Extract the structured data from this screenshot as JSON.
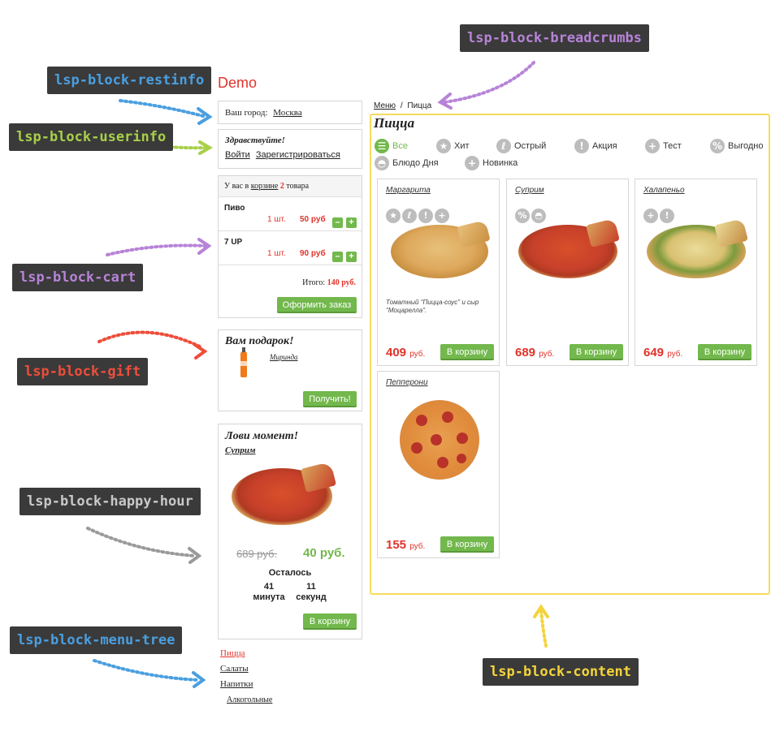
{
  "annotations": {
    "restinfo": "lsp-block-restinfo",
    "userinfo": "lsp-block-userinfo",
    "cart": "lsp-block-cart",
    "gift": "lsp-block-gift",
    "happy_hour": "lsp-block-happy-hour",
    "menu_tree": "lsp-block-menu-tree",
    "breadcrumbs": "lsp-block-breadcrumbs",
    "content": "lsp-block-content"
  },
  "site_title": "Demo",
  "restinfo": {
    "city_label": "Ваш город:",
    "city": "Москва"
  },
  "userinfo": {
    "greeting": "Здравствуйте!",
    "login": "Войти",
    "register": "Зарегистрироваться"
  },
  "cart": {
    "summary_prefix": "У вас в",
    "summary_link": "корзине",
    "count": "2",
    "summary_suffix": "товара",
    "items": [
      {
        "name": "Пиво",
        "qty": "1 шт.",
        "price": "50 руб"
      },
      {
        "name": "7 UP",
        "qty": "1 шт.",
        "price": "90 руб"
      }
    ],
    "minus": "–",
    "plus": "+",
    "total_label": "Итого:",
    "total": "140 руб.",
    "checkout": "Оформить заказ"
  },
  "gift": {
    "title": "Вам подарок!",
    "item": "Миринда",
    "button": "Получить!"
  },
  "happy_hour": {
    "title": "Лови момент!",
    "item": "Суприм",
    "old_price": "689 руб.",
    "new_price": "40 руб.",
    "remaining": "Осталось",
    "minutes_value": "41",
    "minutes_label": "минута",
    "seconds_value": "11",
    "seconds_label": "секунд",
    "button": "В корзину"
  },
  "menu_tree": {
    "items": [
      "Пицца",
      "Салаты",
      "Напитки"
    ],
    "sub_item": "Алкогольные"
  },
  "breadcrumbs": {
    "parent": "Меню",
    "separator": "/",
    "current": "Пицца"
  },
  "content": {
    "heading": "Пицца",
    "filters": [
      "Все",
      "Хит",
      "Острый",
      "Акция",
      "Тест",
      "Выгодно",
      "Блюдо Дня",
      "Новинка"
    ],
    "products": [
      {
        "name": "Маргарита",
        "price": "409",
        "currency": "руб.",
        "description": "Томатный \"Пицца-соус\" и сыр \"Моцарелла\".",
        "button": "В корзину"
      },
      {
        "name": "Суприм",
        "price": "689",
        "currency": "руб.",
        "description": "",
        "button": "В корзину"
      },
      {
        "name": "Халапеньо",
        "price": "649",
        "currency": "руб.",
        "description": "",
        "button": "В корзину"
      },
      {
        "name": "Пепперони",
        "price": "155",
        "currency": "руб.",
        "description": "",
        "button": "В корзину"
      }
    ]
  },
  "icons": {
    "filter_all": "list-icon",
    "hit": "star-icon",
    "spicy": "chili-icon",
    "promo": "exclamation-icon",
    "test": "plus-icon",
    "profitable": "percent-icon",
    "dish_of_day": "cloche-icon",
    "new": "plus-icon"
  },
  "colors": {
    "accent_red": "#e0332a",
    "button_green": "#72b84c",
    "content_border": "#f7dc5c"
  }
}
